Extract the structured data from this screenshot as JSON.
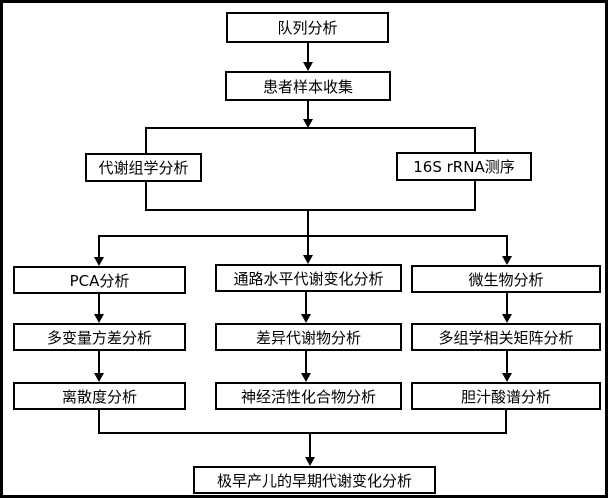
{
  "diagram": {
    "type": "flowchart",
    "colors": {
      "background": "#ffffff",
      "box_fill": "#ffffff",
      "box_border": "#000000",
      "line": "#000000",
      "text": "#000000"
    },
    "nodes": {
      "cohort": {
        "label": "队列分析"
      },
      "sample_collection": {
        "label": "患者样本收集"
      },
      "metabolomics": {
        "label": "代谢组学分析"
      },
      "rrna_sequencing": {
        "label": "16S rRNA测序"
      },
      "pca": {
        "label": "PCA分析"
      },
      "pathway_level": {
        "label": "通路水平代谢变化分析"
      },
      "microbial": {
        "label": "微生物分析"
      },
      "manova": {
        "label": "多变量方差分析"
      },
      "differential_metabolites": {
        "label": "差异代谢物分析"
      },
      "multiomics_matrix": {
        "label": "多组学相关矩阵分析"
      },
      "dispersion": {
        "label": "离散度分析"
      },
      "neuroactive_compounds": {
        "label": "神经活性化合物分析"
      },
      "bile_acid_profile": {
        "label": "胆汁酸谱分析"
      },
      "final_analysis": {
        "label": "极早产儿的早期代谢变化分析"
      }
    },
    "edges": [
      "cohort -> sample_collection",
      "sample_collection -> (metabolomics | rrna_sequencing)",
      "(metabolomics | rrna_sequencing) -> (pca | pathway_level | microbial)",
      "pca -> manova",
      "manova -> dispersion",
      "pathway_level -> differential_metabolites",
      "differential_metabolites -> neuroactive_compounds",
      "microbial -> multiomics_matrix",
      "multiomics_matrix -> bile_acid_profile",
      "(dispersion | bile_acid_profile) -> final_analysis"
    ]
  }
}
